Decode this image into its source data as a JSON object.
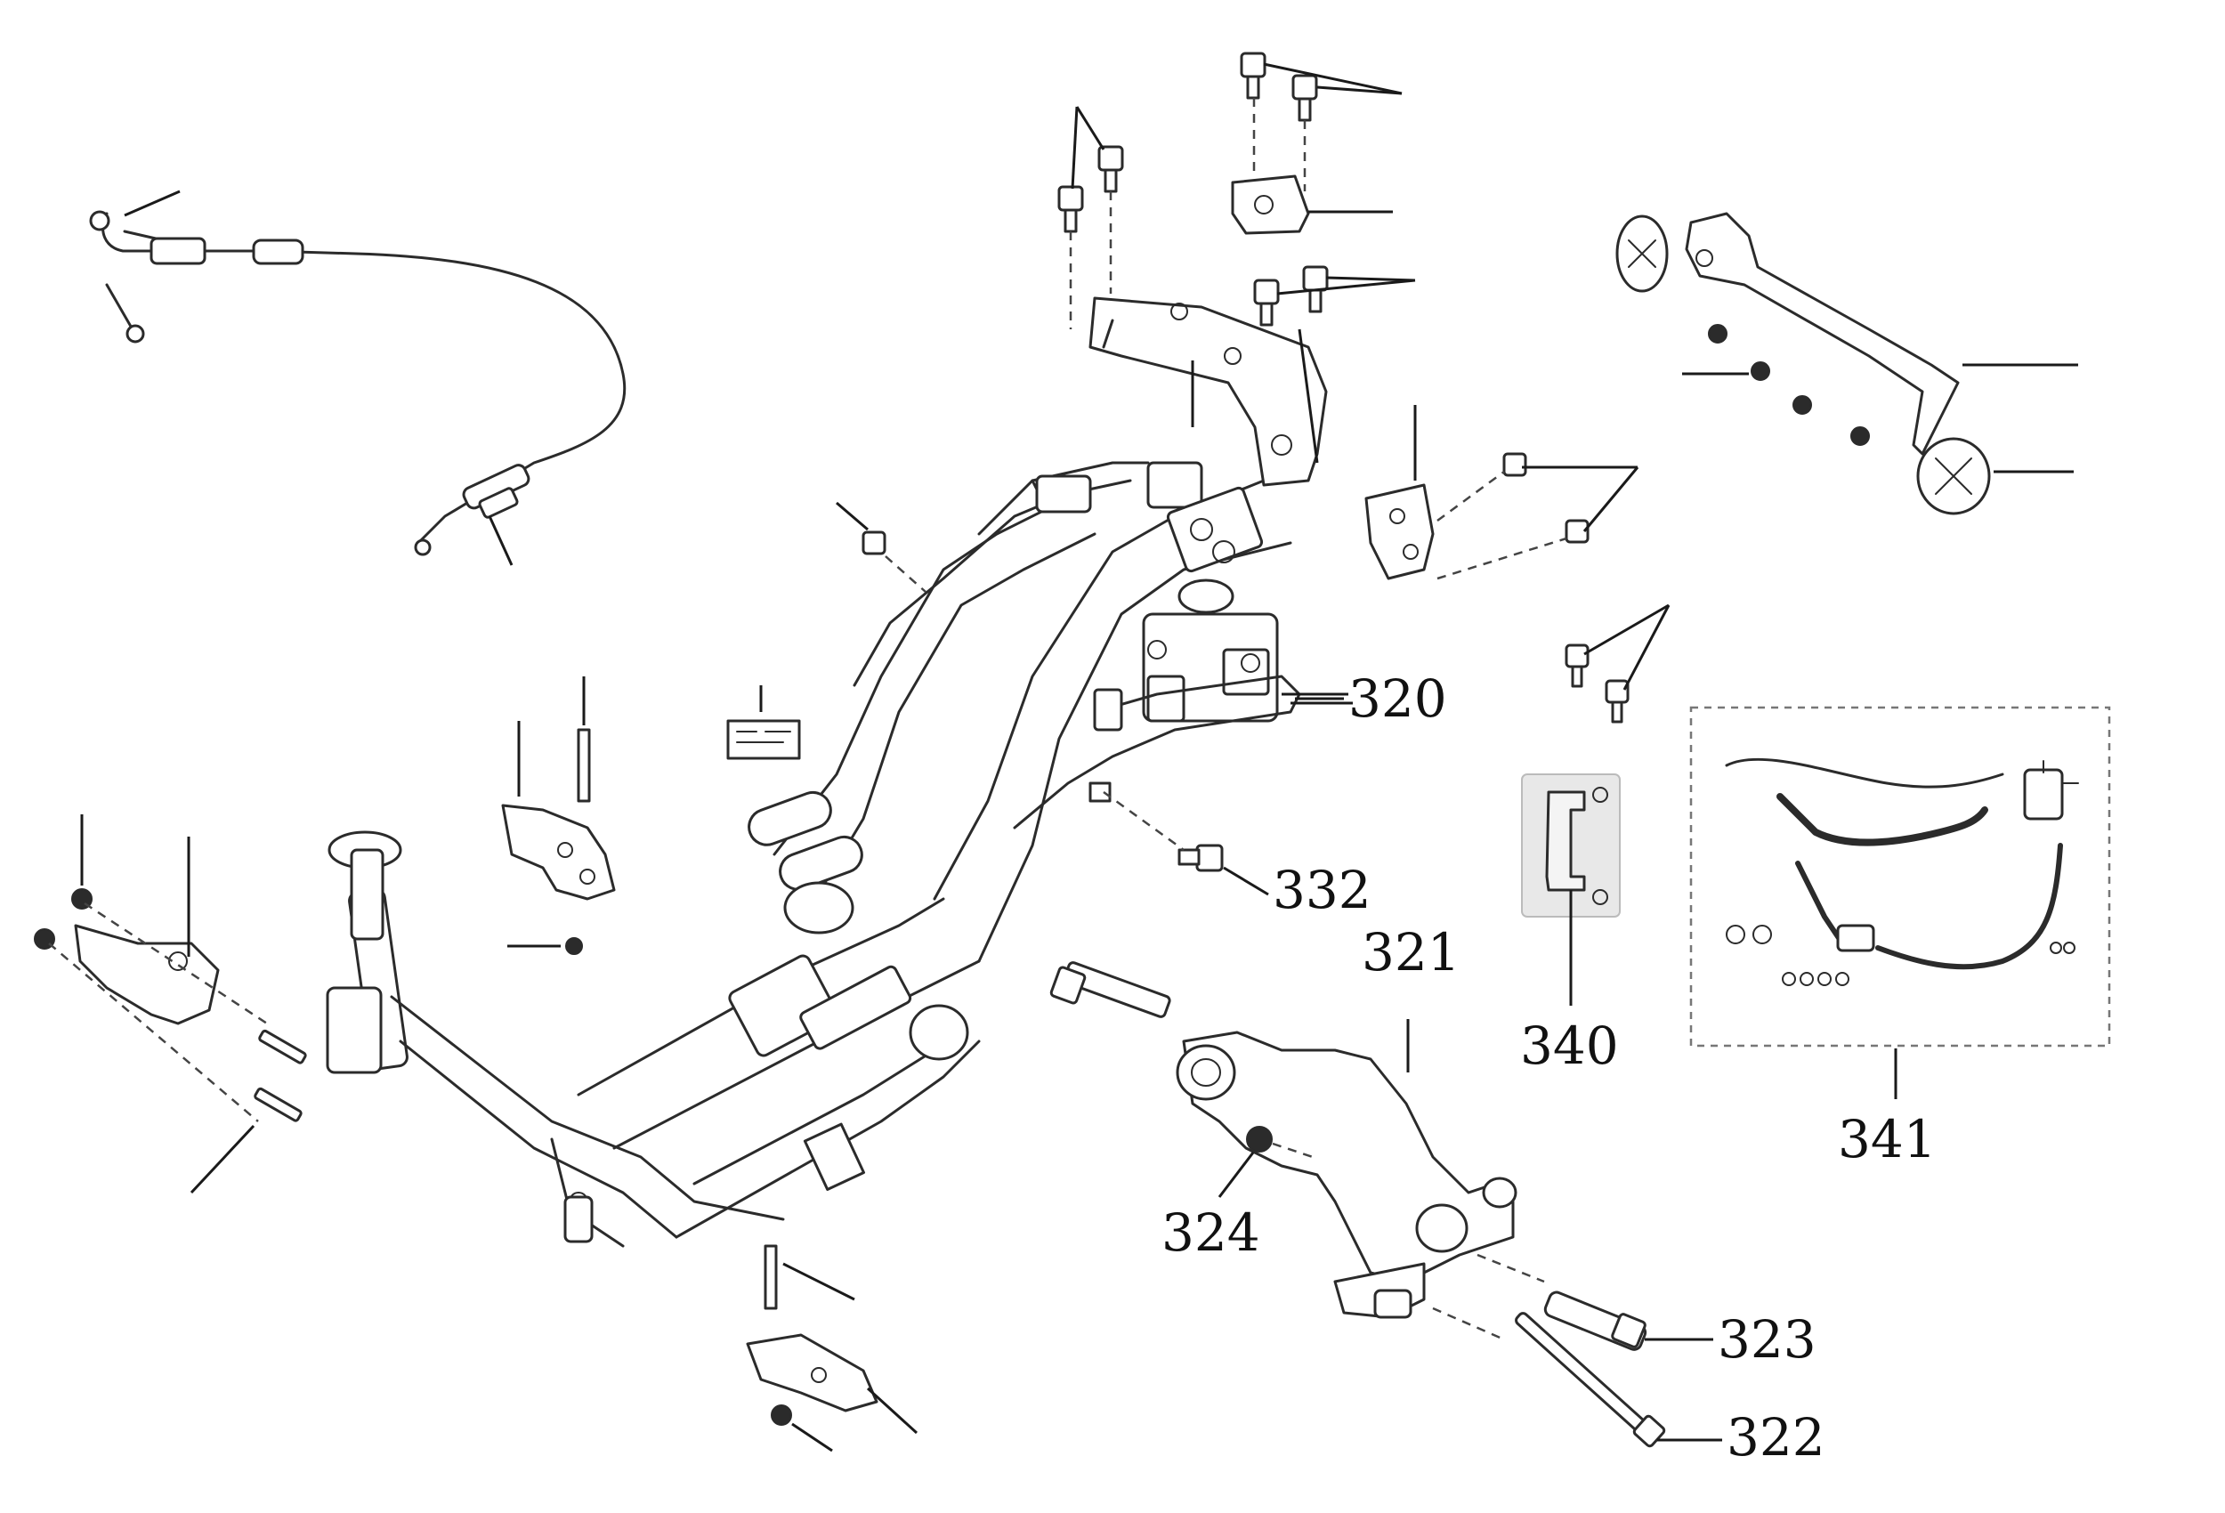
{
  "diagram": {
    "callouts": [
      {
        "id": "frame",
        "text": "320"
      },
      {
        "id": "bolt-frame",
        "text": "332"
      },
      {
        "id": "engine-hanger",
        "text": "321"
      },
      {
        "id": "nut-hanger",
        "text": "324"
      },
      {
        "id": "bracket-plate",
        "text": "340"
      },
      {
        "id": "hose-kit",
        "text": "341"
      },
      {
        "id": "bolt-short",
        "text": "323"
      },
      {
        "id": "bolt-long",
        "text": "322"
      }
    ]
  }
}
